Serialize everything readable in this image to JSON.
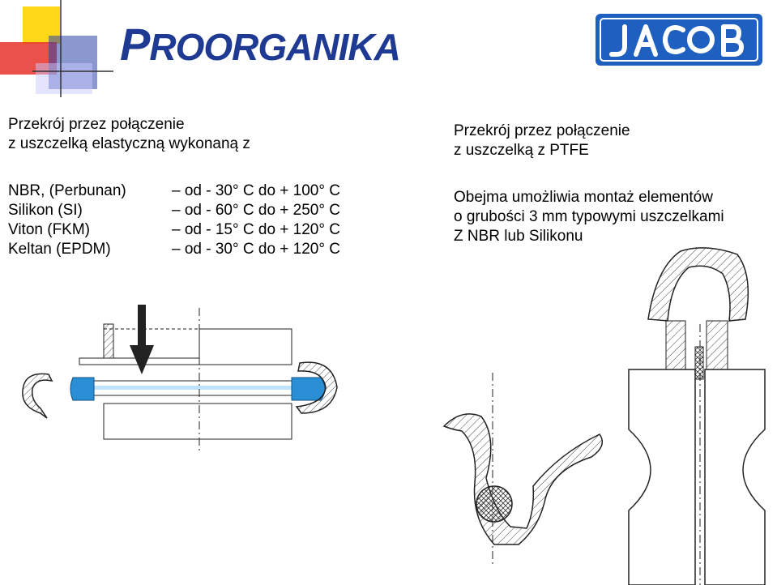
{
  "header": {
    "brand_first": "P",
    "brand_rest": "ROORGANIKA",
    "partner_logo_text": "JACOB"
  },
  "left": {
    "title_line1": "Przekrój przez połączenie",
    "title_line2": "z uszczelką elastyczną wykonaną z",
    "materials": [
      {
        "name": "NBR, (Perbunan)",
        "range": "– od - 30° C do + 100° C"
      },
      {
        "name": "Silikon (SI)",
        "range": "– od - 60° C do + 250° C"
      },
      {
        "name": "Viton (FKM)",
        "range": "– od - 15° C do + 120° C"
      },
      {
        "name": "Keltan (EPDM)",
        "range": "– od - 30° C do + 120° C"
      }
    ]
  },
  "right": {
    "title_line1": "Przekrój przez połączenie",
    "title_line2": "z uszczelką z PTFE",
    "desc_line1": "Obejma umożliwia montaż elementów",
    "desc_line2": "o grubości 3 mm typowymi uszczelkami",
    "desc_line3": "Z NBR lub Silikonu"
  },
  "colors": {
    "brand": "#1f3a93",
    "logo_blue": "#1f5fbf",
    "seal_blue": "#2b8fd6",
    "deco_red": "#e8322b",
    "deco_yellow": "#ffd400",
    "deco_blue": "#2a44a8"
  }
}
